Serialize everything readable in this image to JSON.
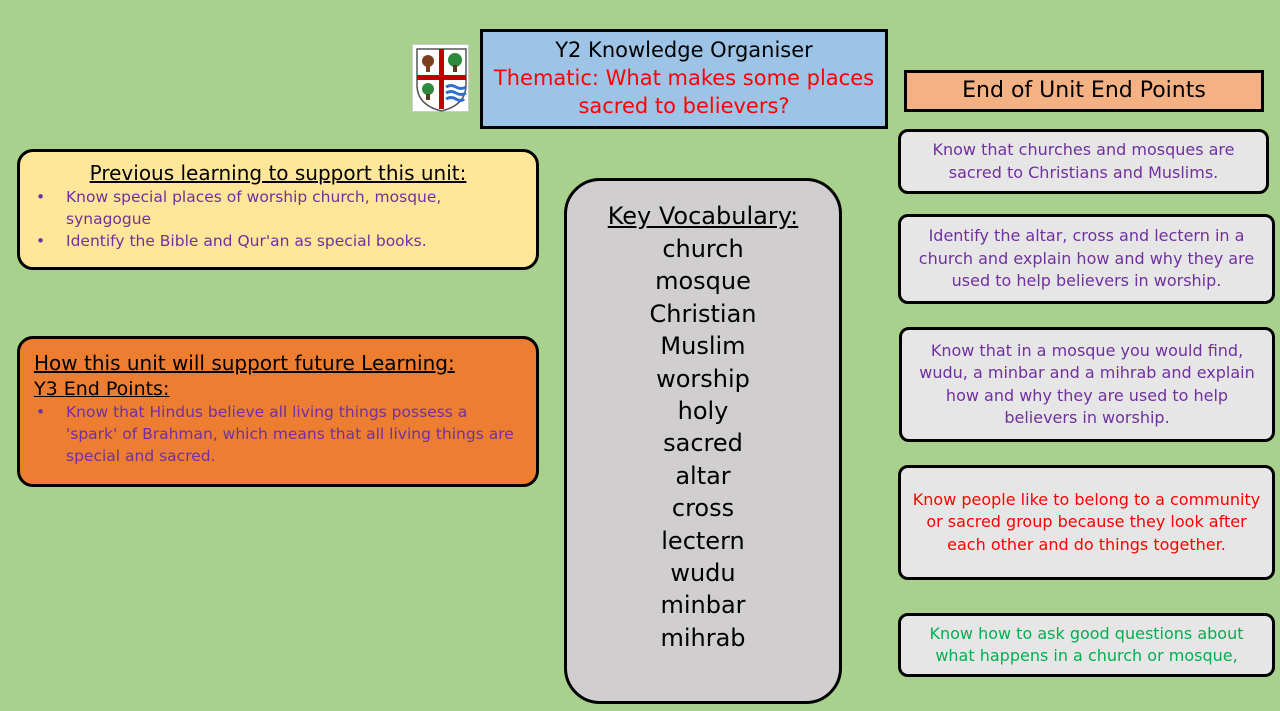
{
  "header": {
    "title": "Y2 Knowledge Organiser",
    "subtitle": "Thematic: What makes some places sacred to believers?"
  },
  "crest": {
    "icon": "school-crest-icon"
  },
  "end_points": {
    "heading": "End of Unit End Points",
    "items": [
      "Know that churches and mosques are sacred to Christians and Muslims.",
      "Identify the altar, cross and lectern in a church and explain how and why they are used to help believers in worship.",
      "Know that in a mosque you would find, wudu, a minbar and a mihrab and explain how and why they are used to help believers in worship.",
      "Know people like to belong to a community or sacred group because they look after each other and do things together.",
      "Know how to ask good questions about what happens in a church or mosque,"
    ],
    "colors": [
      "#7030a0",
      "#7030a0",
      "#7030a0",
      "#ff0000",
      "#00b050"
    ]
  },
  "previous_learning": {
    "heading": "Previous learning to support this unit:",
    "items": [
      "Know special places of worship church, mosque, synagogue",
      "Identify the Bible and Qur'an as special books."
    ]
  },
  "future_learning": {
    "heading": "How this unit will support future Learning:",
    "subheading": "Y3 End Points:",
    "items": [
      "Know that Hindus believe all living things possess a 'spark' of Brahman, which means that all living things are special and sacred."
    ]
  },
  "vocabulary": {
    "heading": "Key Vocabulary:",
    "words": [
      "church",
      "mosque",
      "Christian",
      "Muslim",
      "worship",
      "holy",
      "sacred",
      "altar",
      "cross",
      "lectern",
      "wudu",
      "minbar",
      "mihrab"
    ]
  }
}
